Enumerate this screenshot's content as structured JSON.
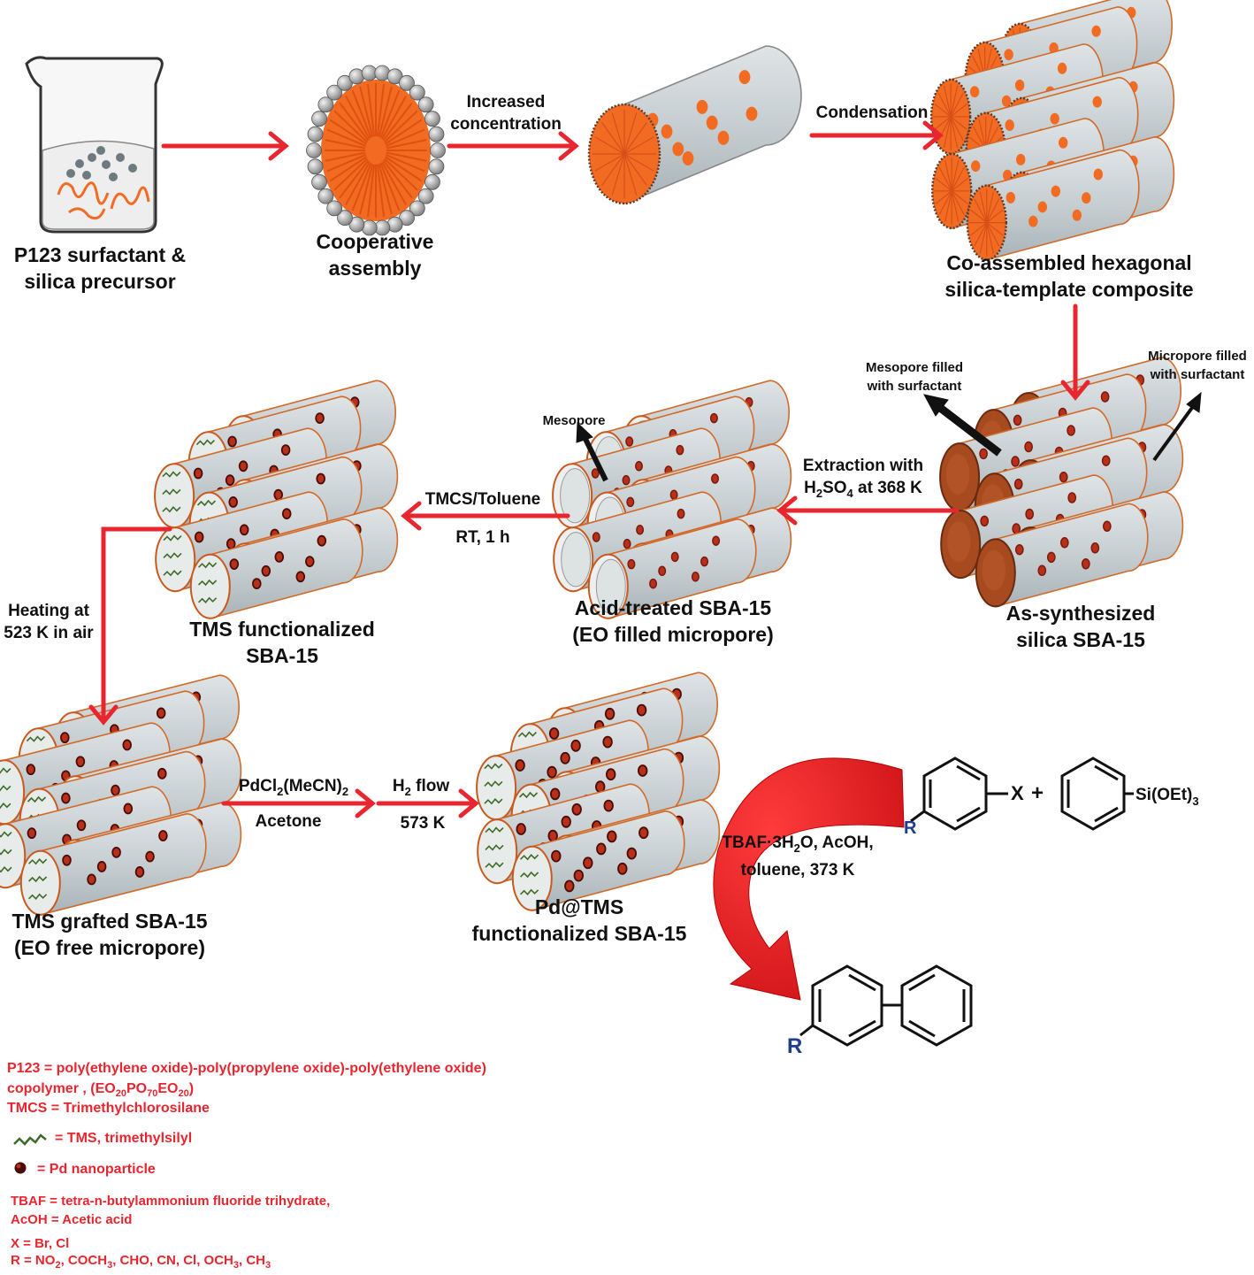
{
  "steps": {
    "p123": {
      "line1": "P123 surfactant &",
      "line2": "silica precursor"
    },
    "cooperative": {
      "line1": "Cooperative",
      "line2": "assembly"
    },
    "increased": {
      "line1": "Increased",
      "line2": "concentration"
    },
    "condensation": "Condensation",
    "coassembled": {
      "line1": "Co-assembled hexagonal",
      "line2": "silica-template composite"
    },
    "mesopore_filled": {
      "line1": "Mesopore filled",
      "line2": "with surfactant"
    },
    "micropore_filled": {
      "line1": "Micropore filled",
      "line2": "with surfactant"
    },
    "as_synth": {
      "line1": "As-synthesized",
      "line2": "silica SBA-15"
    },
    "extraction": {
      "line1": "Extraction with",
      "acid_a": "H",
      "acid_sub1": "2",
      "acid_b": "SO",
      "acid_sub2": "4",
      "acid_c": " at 368 K"
    },
    "mesopore": "Mesopore",
    "acid_treated": {
      "line1": "Acid-treated SBA-15",
      "line2": "(EO filled micropore)"
    },
    "tmcs": {
      "line1": "TMCS/Toluene",
      "line2": "RT, 1 h"
    },
    "tms_func": {
      "line1": "TMS functionalized",
      "line2": "SBA-15"
    },
    "heating": {
      "line1": "Heating at",
      "line2": "523 K in air"
    },
    "tms_grafted": {
      "line1": "TMS grafted SBA-15",
      "line2": "(EO free micropore)"
    },
    "pdcl2": {
      "a": "PdCl",
      "sub": "2",
      "b": "(MeCN)",
      "sub2": "2",
      "line2": "Acetone"
    },
    "h2flow": {
      "a": "H",
      "sub": "2",
      "b": " flow",
      "line2": "573 K"
    },
    "pd_tms": {
      "line1": "Pd@TMS",
      "line2": "functionalized SBA-15"
    },
    "tbaf_cond": {
      "a": "TBAF·3H",
      "sub": "2",
      "b": "O,  AcOH,",
      "line2": "toluene, 373 K"
    }
  },
  "chemistry": {
    "x_label": "X",
    "plus": "+",
    "si_a": "Si(OEt)",
    "si_sub": "3",
    "r_label": "R"
  },
  "legend": {
    "p123_def": "P123 = poly(ethylene oxide)-poly(propylene oxide)-poly(ethylene oxide)",
    "copolymer_a": "copolymer , (EO",
    "copolymer_s1": "20",
    "copolymer_b": "PO",
    "copolymer_s2": "70",
    "copolymer_c": "EO",
    "copolymer_s3": "20",
    "copolymer_d": ")",
    "tmcs_def": "TMCS = Trimethylchlorosilane",
    "tms_def": "= TMS, trimethylsilyl",
    "pd_def": "= Pd nanoparticle",
    "tbaf_def": "TBAF = tetra-n-butylammonium  fluoride trihydrate,",
    "acoh_def": "AcOH = Acetic  acid",
    "x_def": "X = Br, Cl",
    "r_a": "R = NO",
    "r_s1": "2",
    "r_b": ", COCH",
    "r_s2": "3",
    "r_c": ",  CHO,  CN,  Cl,  OCH",
    "r_s3": "3",
    "r_d": ",  CH",
    "r_s4": "3"
  },
  "colors": {
    "arrow": "#e8262f",
    "rod": "#c5cdd0",
    "surfactant": "#f26b22",
    "as_synth": "#a84a1f",
    "pd": "#8c1c10",
    "legend_text": "#e8262f"
  }
}
